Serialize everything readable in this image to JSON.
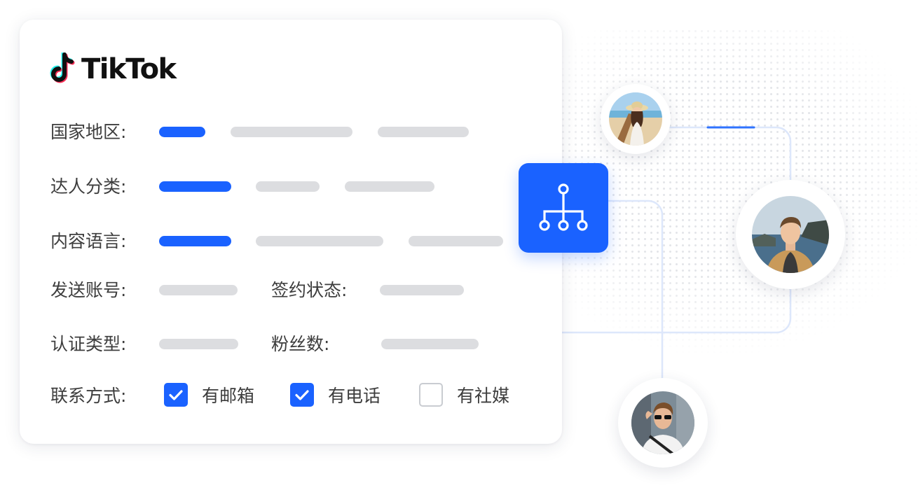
{
  "brand": {
    "name": "TikTok"
  },
  "filters": {
    "country": {
      "label": "国家地区:"
    },
    "category": {
      "label": "达人分类:"
    },
    "language": {
      "label": "内容语言:"
    },
    "send_account": {
      "label": "发送账号:"
    },
    "contract_status": {
      "label": "签约状态:"
    },
    "cert_type": {
      "label": "认证类型:"
    },
    "followers": {
      "label": "粉丝数:"
    },
    "contact": {
      "label": "联系方式:",
      "options": [
        {
          "label": "有邮箱",
          "checked": true
        },
        {
          "label": "有电话",
          "checked": true
        },
        {
          "label": "有社媒",
          "checked": false
        }
      ]
    }
  },
  "hub": {
    "icon": "hierarchy-icon"
  },
  "avatars": [
    {
      "name": "avatar-woman-beach"
    },
    {
      "name": "avatar-man-coast"
    },
    {
      "name": "avatar-man-sunglasses"
    }
  ],
  "colors": {
    "accent": "#1a62ff",
    "placeholder": "#dcdde0",
    "label_text": "#3d3d3d",
    "brand_cyan": "#25f4ee",
    "brand_pink": "#fe2c55"
  }
}
